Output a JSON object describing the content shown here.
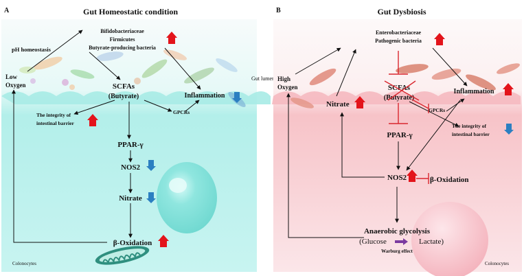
{
  "panel_a": {
    "letter": "A",
    "title": "Gut Homeostatic condition",
    "ph_homeostasis": "pH homeostasis",
    "bacteria": [
      "Bifidobacteriaceae",
      "Firmicutes",
      "Butyrate-producing bacteria"
    ],
    "low_oxygen": [
      "Low",
      "Oxygen"
    ],
    "scfas": [
      "SCFAs",
      "(Butyrate)"
    ],
    "inflammation": "Inflammation",
    "gpcrs": "GPCRs",
    "barrier": [
      "The integrity of",
      "intestinal barrier"
    ],
    "pparg": "PPAR-γ",
    "nos2": "NOS2",
    "nitrate": "Nitrate",
    "boxidation": "β-Oxidation",
    "colonocytes": "Colonocytes",
    "colors": {
      "cell_fill": "#bff1ee",
      "lumen_fill": "#f7fbfb"
    }
  },
  "gut_lumen": "Gut lumen",
  "panel_b": {
    "letter": "B",
    "title": "Gut Dysbiosis",
    "bacteria": [
      "Enterobacteriaceae",
      "Pathogenic bacteria"
    ],
    "high_oxygen": [
      "High",
      "Oxygen"
    ],
    "nitrate": "Nitrate",
    "scfas": [
      "SCFAs",
      "(Butyrate)"
    ],
    "gpcrs": "GPCRs",
    "inflammation": "Inflammation",
    "barrier": [
      "The integrity of",
      "intestinal barrier"
    ],
    "pparg": "PPAR-γ",
    "nos2": "NOS2",
    "boxidation": "β-Oxidation",
    "glycolysis": [
      "Anaerobic glycolysis",
      "(Glucose",
      "Lactate)"
    ],
    "warburg": "Warburg effect",
    "colonocytes": "Colonocytes",
    "colors": {
      "cell_fill": "#fbe3e6",
      "lumen_fill": "#fdf9f9"
    }
  },
  "colors": {
    "up_arrow": "#e3141b",
    "down_arrow": "#2b7fc1",
    "inhibit": "#d9262e",
    "warburg_arrow": "#7b3aa0"
  }
}
